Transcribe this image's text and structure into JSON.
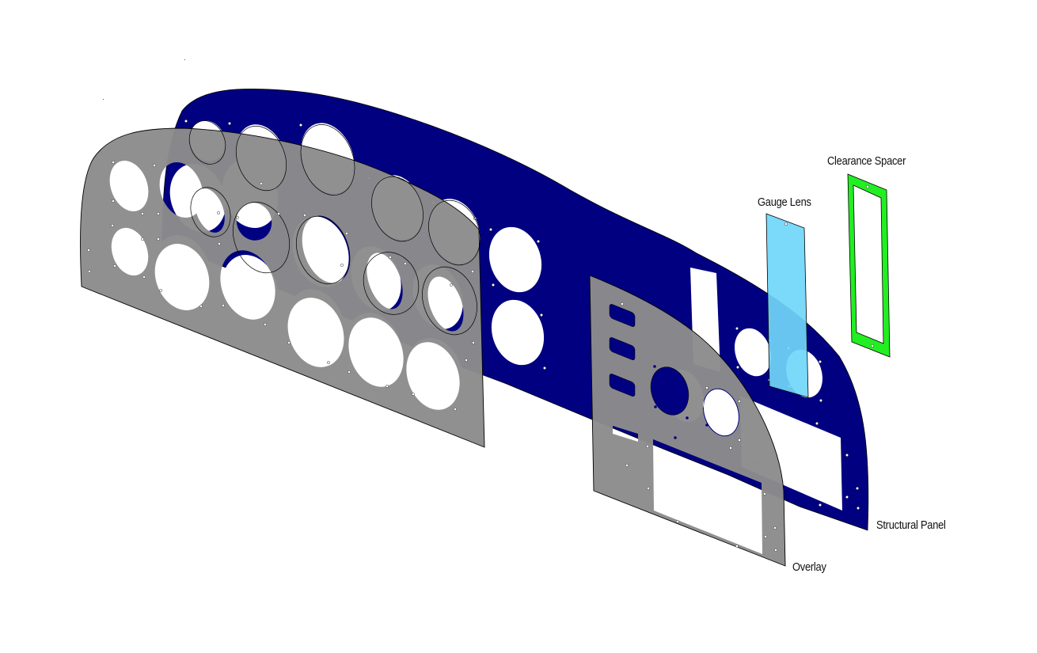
{
  "diagram": {
    "type": "exploded-view",
    "subject": "aircraft instrument panel assembly",
    "colors": {
      "structural_panel": "#000080",
      "overlay": "#8c8c8c",
      "gauge_lens": "#70d6fa",
      "clearance_spacer": "#22ee22",
      "cutout": "#ffffff",
      "outline": "#000000"
    },
    "labels": {
      "clearance_spacer": "Clearance Spacer",
      "gauge_lens": "Gauge Lens",
      "structural_panel": "Structural Panel",
      "overlay": "Overlay"
    },
    "parts": [
      {
        "id": "structural_panel",
        "label": "Structural Panel",
        "color": "#000080"
      },
      {
        "id": "overlay",
        "label": "Overlay",
        "color": "#8c8c8c",
        "pieces": 2
      },
      {
        "id": "gauge_lens",
        "label": "Gauge Lens",
        "color": "#70d6fa"
      },
      {
        "id": "clearance_spacer",
        "label": "Clearance Spacer",
        "color": "#22ee22"
      }
    ]
  }
}
